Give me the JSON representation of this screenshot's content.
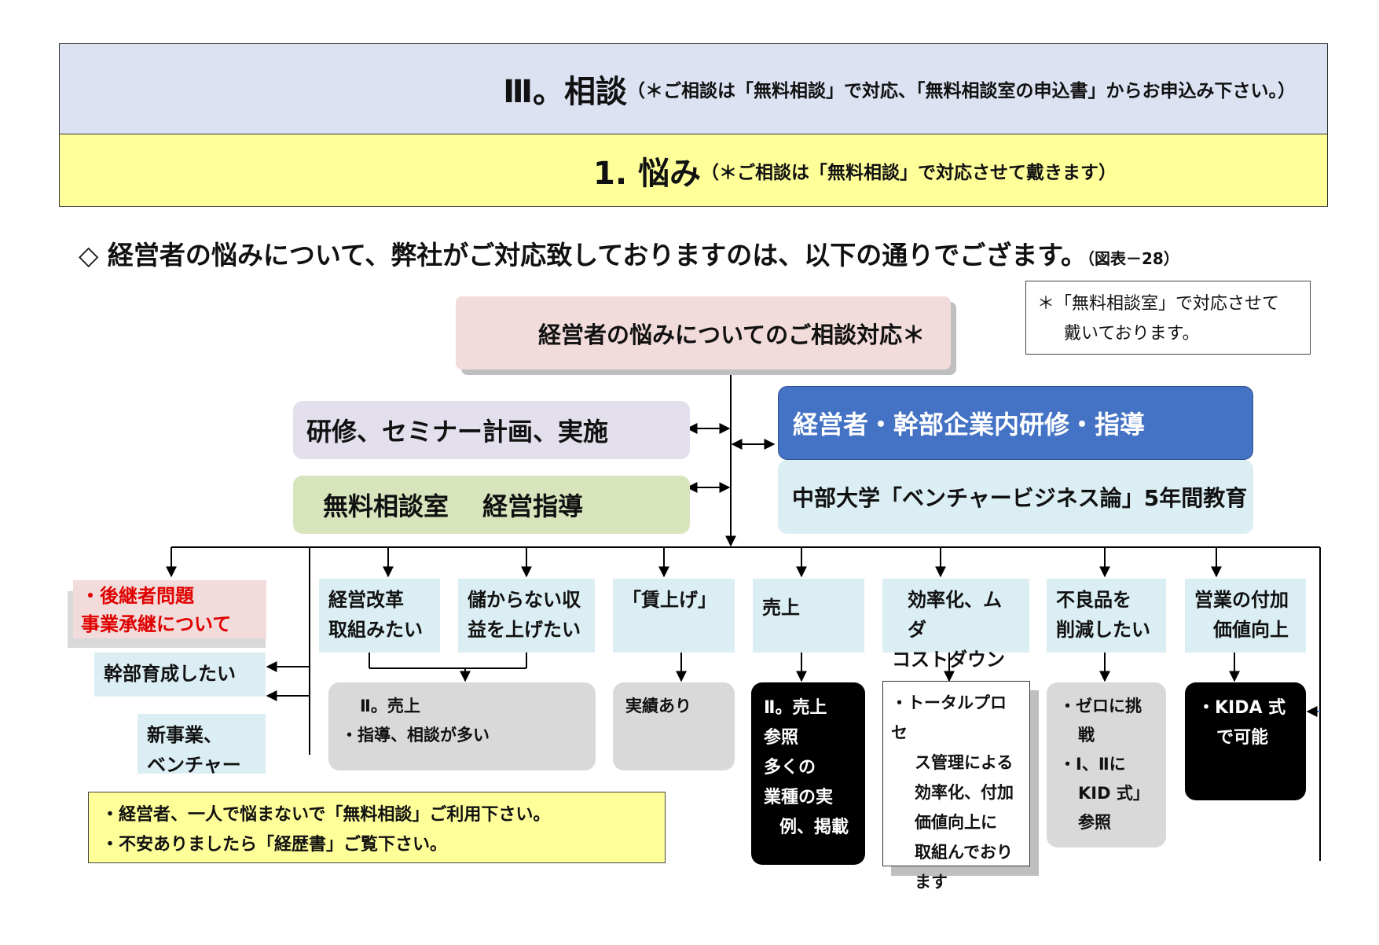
{
  "header": {
    "title": "Ⅲ。相談",
    "title_note": "（＊ご相談は「無料相談」で対応、「無料相談室の申込書」からお申込み下さい。）",
    "subtitle": "1. 悩み",
    "subtitle_note": "（＊ご相談は「無料相談」で対応させて戴きます）"
  },
  "intro": {
    "text": "◇ 経営者の悩みについて、弊社がご対応致しておりますのは、以下の通りでござます。",
    "figure_ref": "（図表－28）"
  },
  "note": {
    "line1": "＊「無料相談室」で対応させて",
    "line2": "戴いております。"
  },
  "diagram": {
    "top": "経営者の悩みについてのご相談対応＊",
    "left1": "研修、セミナー計画、実施",
    "left2": "無料相談室　 経営指導",
    "right1": "経営者・幹部企業内研修・指導",
    "right2": "中部大学「ベンチャービジネス論」5年間教育",
    "col1": {
      "line1": "・後継者問題",
      "line2": "事業承継について"
    },
    "col1_sub1": "幹部育成したい",
    "col1_sub2": {
      "line1": "新事業、",
      "line2": "ベンチャー"
    },
    "col2": {
      "line1": "経営改革",
      "line2": "取組みたい"
    },
    "col3": {
      "line1": "儲からない収",
      "line2": "益を上げたい"
    },
    "col23_detail": {
      "line1": "Ⅱ。売上",
      "line2": "・指導、相談が多い"
    },
    "col4": "「賃上げ」",
    "col4_detail": "実績あり",
    "col5": "売上",
    "col5_detail": {
      "line1": "Ⅱ。売上",
      "line2": "参照",
      "line3": "多くの",
      "line4": "業種の実",
      "line5": "例、掲載"
    },
    "col6": {
      "line1": "効率化、ムダ",
      "line2": "コストダウン"
    },
    "col6_detail": {
      "line1": "・トータルプロセ",
      "line2": "ス管理による",
      "line3": "効率化、付加",
      "line4": "価値向上に",
      "line5": "取組んでおり",
      "line6": "ます"
    },
    "col7": {
      "line1": "不良品を",
      "line2": "削減したい"
    },
    "col7_detail": {
      "line1": "・ゼロに挑",
      "line2": "戦",
      "line3": "・Ⅰ、Ⅱに",
      "line4": "KID 式」",
      "line5": "参照"
    },
    "col8": {
      "line1": "営業の付加",
      "line2": "価値向上"
    },
    "col8_detail": {
      "line1": "・KIDA 式",
      "line2": "で可能"
    }
  },
  "bottom_note": {
    "line1": "・経営者、一人で悩まないで「無料相談」ご利用下さい。",
    "line2": "・不安ありましたら「経歴書」ご覧下さい。"
  },
  "colors": {
    "header_blue": "#dce2f2",
    "header_yellow": "#ffff9a",
    "top_pink": "#f2dcdb",
    "lavender": "#e4dfec",
    "green": "#d7e4bc",
    "blue": "#4472c4",
    "light_blue": "#dbeef4",
    "red_box": "#f2dcdb",
    "red_text": "#e00000"
  }
}
